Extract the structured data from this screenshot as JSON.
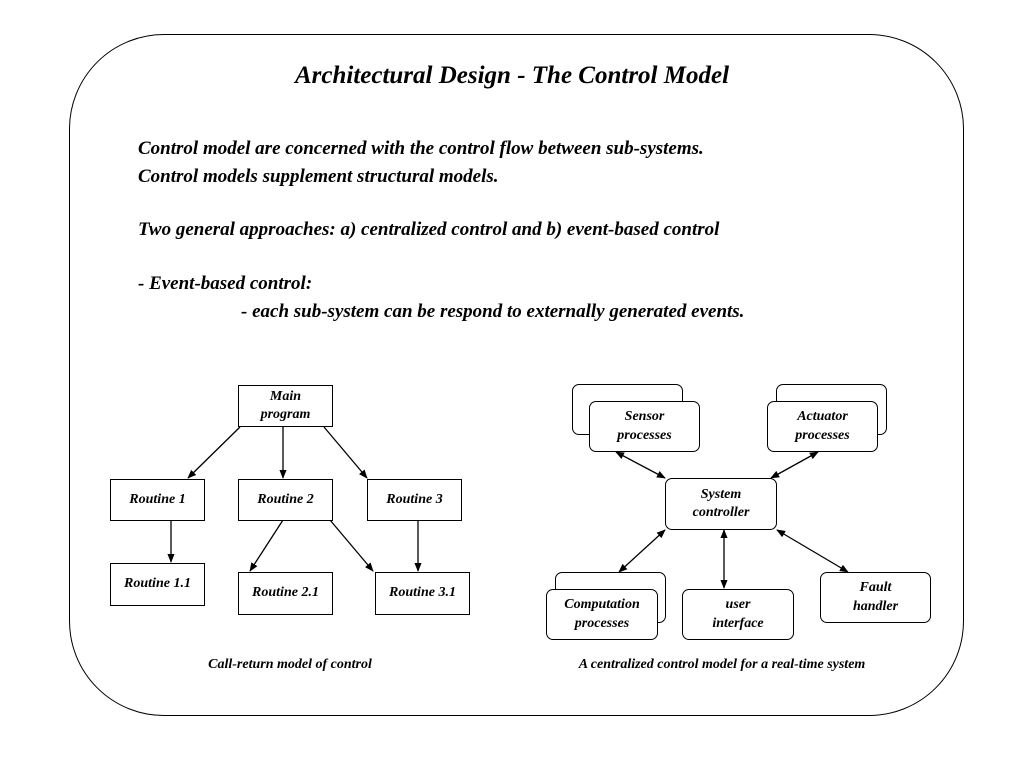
{
  "title": "Architectural  Design - The Control Model",
  "body": {
    "line1": "Control model are concerned with the control flow between sub-systems.",
    "line2": "Control models supplement structural models.",
    "line3": "Two general approaches: a) centralized control and b) event-based control",
    "line4": "- Event-based control:",
    "line5": "- each sub-system can be respond to externally generated events."
  },
  "call_return": {
    "main": [
      "Main",
      "program"
    ],
    "routine1": "Routine 1",
    "routine2": "Routine 2",
    "routine3": "Routine 3",
    "routine11": "Routine 1.1",
    "routine21": "Routine 2.1",
    "routine31": "Routine 3.1",
    "caption": "Call-return model of control"
  },
  "centralized": {
    "sensor": [
      "Sensor",
      "processes"
    ],
    "actuator": [
      "Actuator",
      "processes"
    ],
    "system": [
      "System",
      "controller"
    ],
    "computation": [
      "Computation",
      "processes"
    ],
    "user": [
      "user",
      "interface"
    ],
    "fault": [
      "Fault",
      "handler"
    ],
    "caption": "A centralized control model for a real-time system"
  }
}
